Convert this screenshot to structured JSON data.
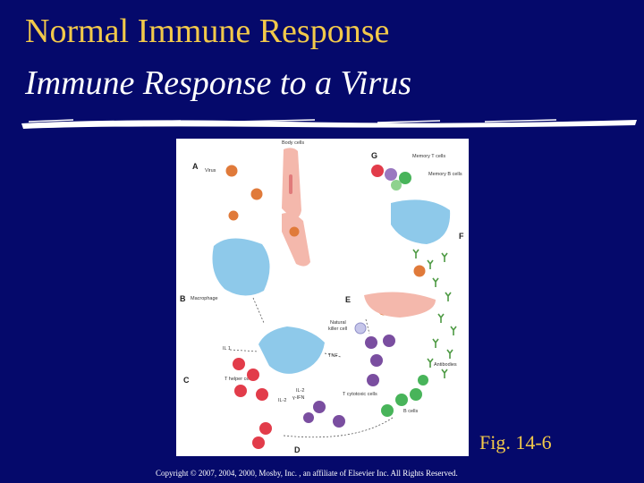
{
  "slide": {
    "title": "Normal Immune Response",
    "subtitle": "Immune Response to a Virus",
    "figure_caption": "Fig. 14-6",
    "copyright": "Copyright © 2007, 2004, 2000, Mosby, Inc. , an affiliate of Elsevier Inc. All Rights Reserved."
  },
  "figure": {
    "labels": {
      "body_cells": "Body cells",
      "virus": "Virus",
      "macrophage": "Macrophage",
      "memory_t": "Memory T cells",
      "memory_b": "Memory B cells",
      "nk": "Natural",
      "nk2": "killer cell",
      "il1": "IL 1",
      "tnf": "TNF",
      "t_helper": "T helper cell",
      "il2a": "IL-2",
      "ifn": "γ-IFN",
      "il2b": "IL-2",
      "cytotoxic": "T cytotoxic cells",
      "bcells": "B cells",
      "antibodies": "Antibodies"
    },
    "panel_letters": {
      "a": "A",
      "b": "B",
      "c": "C",
      "d": "D",
      "e": "E",
      "f": "F",
      "g": "G"
    },
    "colors": {
      "virus": "#e07a3a",
      "macrophage": "#8ec9ea",
      "body_cell": "#f4b8ac",
      "t_helper": "#e23c4a",
      "cytotoxic": "#7a4ea0",
      "b_cell": "#48b45a",
      "antibody": "#4e9a44"
    }
  }
}
